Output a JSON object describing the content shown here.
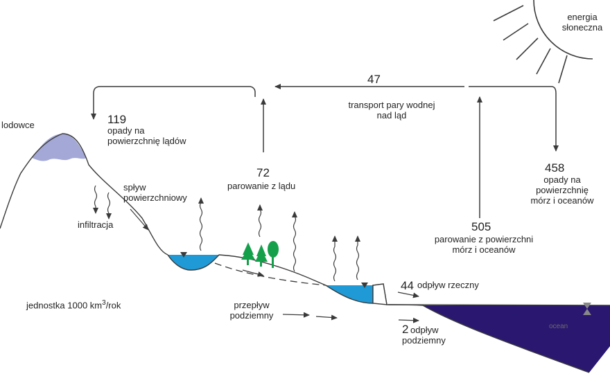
{
  "labels": {
    "sun": "energia\nsłoneczna",
    "glaciers": "lodowce",
    "land_precip_value": "119",
    "land_precip_text": "opady na\npowierzchnię lądów",
    "transport_value": "47",
    "transport_text": "transport pary wodnej\nnad ląd",
    "land_evap_value": "72",
    "land_evap_text": "parowanie z lądu",
    "ocean_precip_value": "458",
    "ocean_precip_text": "opady na\npowierzchnię\nmórz i oceanów",
    "ocean_evap_value": "505",
    "ocean_evap_text": "parowanie z powierzchni\nmórz i oceanów",
    "surface_runoff": "spływ\npowierzchniowy",
    "infiltration": "infiltracja",
    "unit_main": "jednostka 1000 km",
    "unit_sup": "3",
    "unit_suffix": "/rok",
    "groundwater_flow": "przepływ\npodziemny",
    "river_outflow_value": "44",
    "river_outflow_text": "odpływ rzeczny",
    "ground_outflow_value": "2",
    "ground_outflow_text": "odpływ\npodziemny",
    "ocean": "ocean"
  },
  "colors": {
    "line": "#3a3a3a",
    "glacier": "#a3a8d6",
    "water": "#1f9ad6",
    "ocean": "#2a1770",
    "ocean_label": "#6b6b6b",
    "tree": "#14a04a",
    "marker": "#888888"
  }
}
